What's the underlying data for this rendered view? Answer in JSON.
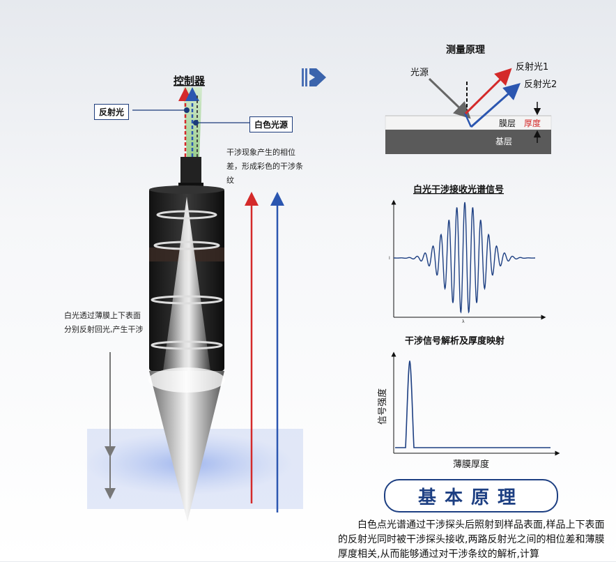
{
  "probe": {
    "controller_label": "控制器",
    "reflected_label": "反射光",
    "white_source_label": "白色光源",
    "interference_note": "干涉现象产生的相位差，形成彩色的干涉条纹",
    "film_note": "白光透过薄膜上下表面分别反射回光,产生干涉"
  },
  "measurement": {
    "title": "测量原理",
    "light_source": "光源",
    "reflect1": "反射光1",
    "reflect2": "反射光2",
    "film_layer": "膜层",
    "thickness": "厚度",
    "substrate": "基层"
  },
  "spectrum": {
    "title": "白光干涉接收光谱信号",
    "y_tick": "I",
    "x_tick": "λ"
  },
  "analysis": {
    "title": "干涉信号解析及厚度映射",
    "ylabel": "信号强度",
    "xlabel": "薄膜厚度"
  },
  "principle": {
    "heading": "基本原理",
    "paragraph": "白色点光谱通过干涉探头后照射到样品表面,样品上下表面的反射光同时被干涉探头接收,两路反射光之间的相位差和薄膜厚度相关,从而能够通过对干涉条纹的解析,计算"
  },
  "colors": {
    "navy": "#1d3f82",
    "red": "#d42a2a",
    "blue": "#2b56b0",
    "thickness_red": "#d42a2a"
  },
  "icons": [
    "double-arrow-right-icon"
  ]
}
